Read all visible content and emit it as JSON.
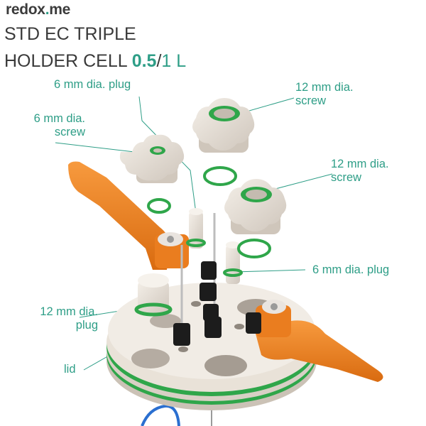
{
  "brand": {
    "part1": "redox",
    "accent": ".",
    "part2": "me"
  },
  "title": {
    "line1": "STD EC TRIPLE",
    "line2_prefix": "HOLDER CELL ",
    "volume_highlight": "0.5",
    "slash": "/",
    "volume_rest": "1 L"
  },
  "labels": {
    "plug_6mm_top": [
      "6 mm dia. plug"
    ],
    "screw_12mm_top": [
      "12 mm dia.",
      "screw"
    ],
    "screw_6mm": [
      "6 mm dia.",
      "screw"
    ],
    "screw_12mm_right": [
      "12 mm dia.",
      "screw"
    ],
    "plug_6mm_right": [
      "6 mm dia. plug"
    ],
    "plug_12mm": [
      "12 mm dia.",
      "plug"
    ],
    "lid": [
      "lid"
    ]
  },
  "colors": {
    "accent": "#2e9e87",
    "text": "#3a3a3a",
    "o_ring": "#2fa64a",
    "handle": "#ea7d1f",
    "ptfe": "#ece6de"
  }
}
